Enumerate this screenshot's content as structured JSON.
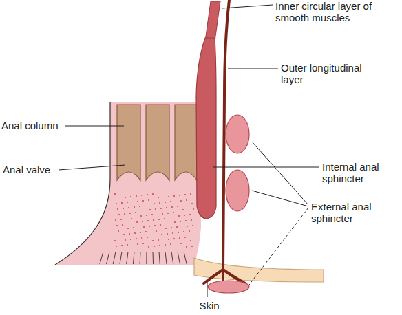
{
  "diagram": {
    "labels": [
      "Inner circular layer of smooth muscles",
      "Outer longitudinal layer",
      "Anal column",
      "Anal valve",
      "Internal anal sphincter",
      "External anal sphincter",
      "Skin"
    ]
  }
}
